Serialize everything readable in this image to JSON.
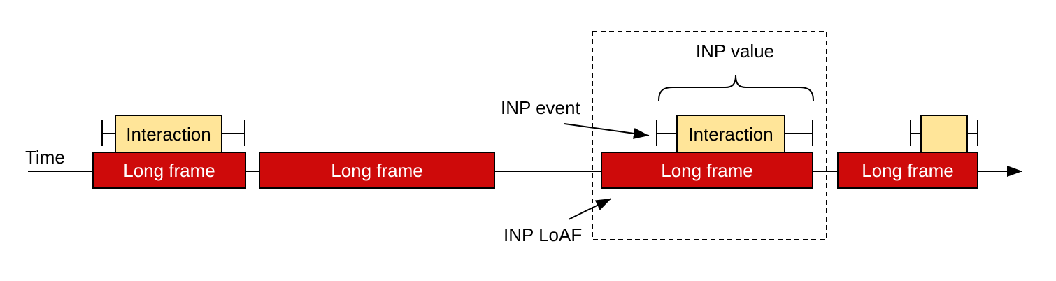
{
  "diagram": {
    "time_label": "Time",
    "frames": [
      {
        "label": "Long frame"
      },
      {
        "label": "Long frame"
      },
      {
        "label": "Long frame"
      },
      {
        "label": "Long frame"
      }
    ],
    "interactions": [
      {
        "label": "Interaction"
      },
      {
        "label": "Interaction"
      },
      {
        "label": ""
      }
    ],
    "annotations": {
      "inp_value": "INP value",
      "inp_event": "INP event",
      "inp_loaf": "INP LoAF"
    },
    "colors": {
      "long_frame_fill": "#CE0A0A",
      "long_frame_text": "#FFFFFF",
      "interaction_fill": "#FFE599",
      "outline": "#000000",
      "background": "#FFFFFF"
    }
  }
}
